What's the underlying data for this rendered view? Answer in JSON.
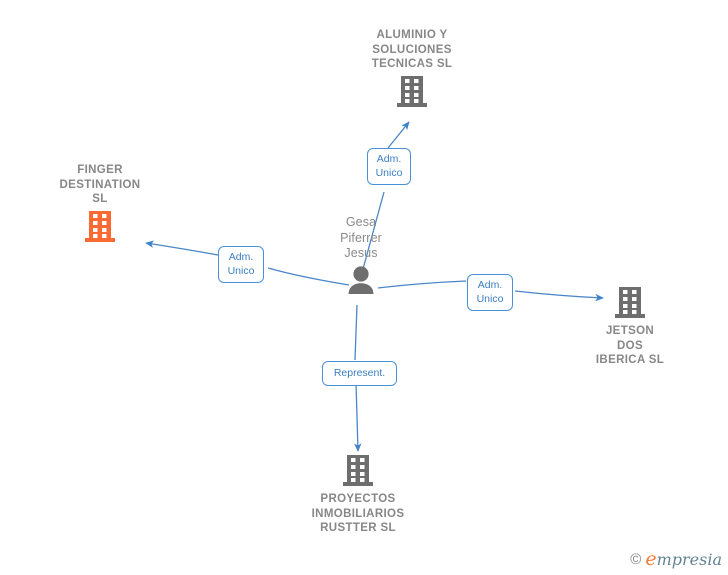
{
  "graph": {
    "title": "Corporate relations graph",
    "colors": {
      "edge": "#4a86c8",
      "chip_border": "#4a90d9",
      "chip_text": "#3a7fc1",
      "company_icon": "#6e6e6e",
      "highlight_company_icon": "#fa6a33",
      "person_icon": "#6e6e6e",
      "label_text": "#878787",
      "background": "#ffffff"
    },
    "center": {
      "id": "gesa-piferrer-jesus",
      "label": "Gesa\nPiferrer\nJesus",
      "icon": "person-icon",
      "type": "person"
    },
    "nodes": [
      {
        "id": "aluminio-y-soluciones-tecnicas-sl",
        "label": "ALUMINIO Y\nSOLUCIONES\nTECNICAS  SL",
        "icon": "building-icon",
        "type": "company",
        "highlighted": false,
        "position": "top"
      },
      {
        "id": "finger-destination-sl",
        "label": "FINGER\nDESTINATION\nSL",
        "icon": "building-icon",
        "type": "company",
        "highlighted": true,
        "position": "left"
      },
      {
        "id": "jetson-dos-iberica-sl",
        "label": "JETSON\nDOS\nIBERICA SL",
        "icon": "building-icon",
        "type": "company",
        "highlighted": false,
        "position": "right"
      },
      {
        "id": "proyectos-inmobiliarios-rustter-sl",
        "label": "PROYECTOS\nINMOBILIARIOS\nRUSTTER SL",
        "icon": "building-icon",
        "type": "company",
        "highlighted": false,
        "position": "bottom"
      }
    ],
    "relations": [
      {
        "id": "rel-top",
        "label": "Adm.\nUnico",
        "from": "gesa-piferrer-jesus",
        "to": "aluminio-y-soluciones-tecnicas-sl"
      },
      {
        "id": "rel-left",
        "label": "Adm.\nUnico",
        "from": "gesa-piferrer-jesus",
        "to": "finger-destination-sl"
      },
      {
        "id": "rel-right",
        "label": "Adm.\nUnico",
        "from": "gesa-piferrer-jesus",
        "to": "jetson-dos-iberica-sl"
      },
      {
        "id": "rel-bottom",
        "label": "Represent.",
        "from": "gesa-piferrer-jesus",
        "to": "proyectos-inmobiliarios-rustter-sl"
      }
    ]
  },
  "watermark": {
    "copyright": "©",
    "brand_initial": "e",
    "brand_rest": "mpresia"
  }
}
